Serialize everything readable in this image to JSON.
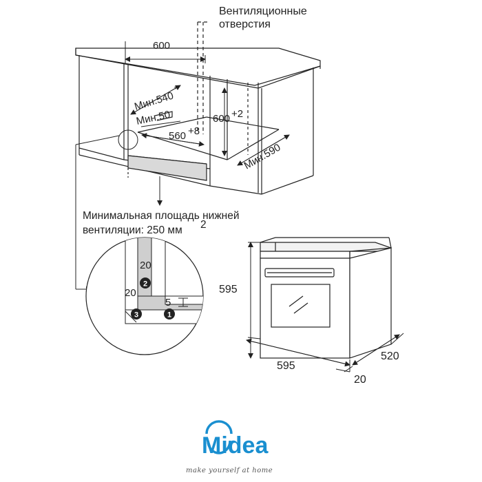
{
  "annotations": {
    "vent_label_line1": "Вентиляционные",
    "vent_label_line2": "отверстия",
    "bottom_vent_line1": "Минимальная площадь нижней",
    "bottom_vent_line2": "вентиляции: 250 мм",
    "bottom_vent_sup": "2"
  },
  "niche_dims": {
    "width_600": "600",
    "min_540": "Мин.540",
    "min_540_sup": "*",
    "min_50": "Мин.50",
    "height_600": "600",
    "height_600_sup": "+2",
    "width_560": "560",
    "width_560_sup": "+8",
    "min_590": "Мин.590"
  },
  "detail_dims": {
    "d20_top": "20",
    "d20_left": "20",
    "d5": "5",
    "marker1": "1",
    "marker2": "2",
    "marker3": "3"
  },
  "oven_dims": {
    "height": "595",
    "width": "595",
    "depth": "520",
    "door": "20"
  },
  "brand": {
    "name": "Midea",
    "slogan": "make yourself at home",
    "color": "#1a8fd0"
  }
}
